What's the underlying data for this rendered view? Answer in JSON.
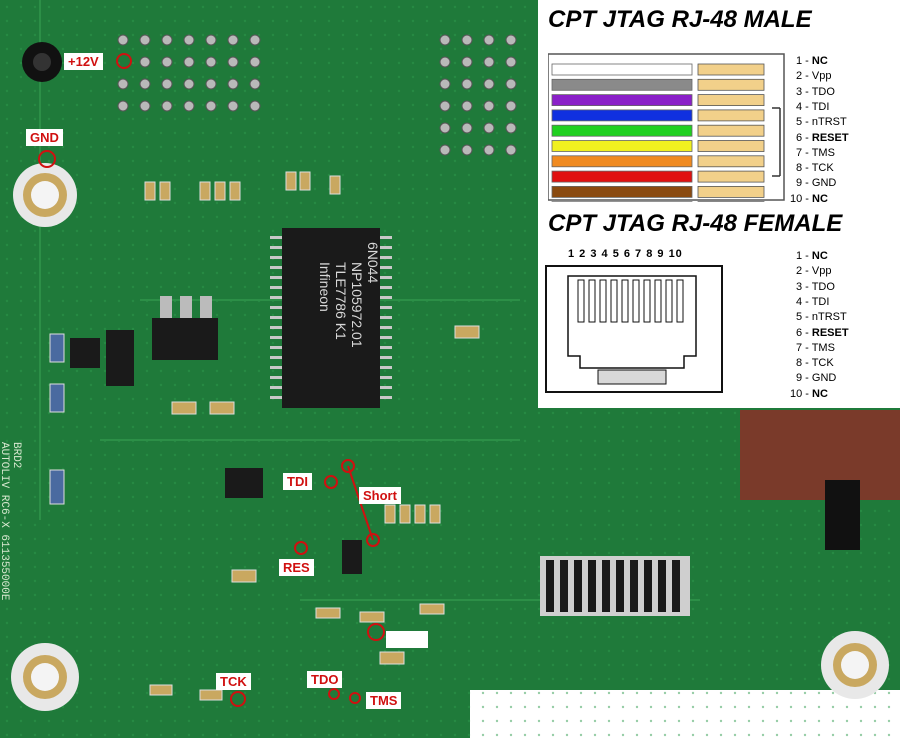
{
  "male_title": "CPT JTAG RJ-48 MALE",
  "female_title": "CPT JTAG RJ-48 FEMALE",
  "connector_pin_numbers": "1 2 3 4 5 6 7 8 9 10",
  "male_pins": [
    {
      "num": "1",
      "name": "NC",
      "bold": true,
      "color": "#ffffff"
    },
    {
      "num": "2",
      "name": "Vpp",
      "bold": false,
      "color": "#8a8a8a"
    },
    {
      "num": "3",
      "name": "TDO",
      "bold": false,
      "color": "#8a20c8"
    },
    {
      "num": "4",
      "name": "TDI",
      "bold": false,
      "color": "#1030e0"
    },
    {
      "num": "5",
      "name": "nTRST",
      "bold": false,
      "color": "#20d020"
    },
    {
      "num": "6",
      "name": "RESET",
      "bold": true,
      "color": "#f0f020"
    },
    {
      "num": "7",
      "name": "TMS",
      "bold": false,
      "color": "#f08a20"
    },
    {
      "num": "8",
      "name": "TCK",
      "bold": false,
      "color": "#e01010"
    },
    {
      "num": "9",
      "name": "GND",
      "bold": false,
      "color": "#8a4a10"
    },
    {
      "num": "10",
      "name": "NC",
      "bold": true,
      "color": "#101010"
    }
  ],
  "female_pins": [
    {
      "num": "1",
      "name": "NC",
      "bold": true
    },
    {
      "num": "2",
      "name": "Vpp",
      "bold": false
    },
    {
      "num": "3",
      "name": "TDO",
      "bold": false
    },
    {
      "num": "4",
      "name": "TDI",
      "bold": false
    },
    {
      "num": "5",
      "name": "nTRST",
      "bold": false
    },
    {
      "num": "6",
      "name": "RESET",
      "bold": true
    },
    {
      "num": "7",
      "name": "TMS",
      "bold": false
    },
    {
      "num": "8",
      "name": "TCK",
      "bold": false
    },
    {
      "num": "9",
      "name": "GND",
      "bold": false
    },
    {
      "num": "10",
      "name": "NC",
      "bold": true
    }
  ],
  "board_labels": {
    "v12": "+12V",
    "gnd": "GND",
    "tdi": "TDI",
    "short": "Short",
    "res": "RES",
    "tck": "TCK",
    "tdo": "TDO",
    "tms": "TMS",
    "blank": ""
  },
  "chip_text": [
    "Infineon",
    "TLE7786 K1",
    "NP105972.01",
    "6N044"
  ],
  "silkscreen": [
    "BRD2",
    "AUTOLIV RC6-X 611355000E"
  ],
  "colors": {
    "pcb": "#1f7a3a",
    "marker": "#d01010",
    "label_text": "#d01010"
  }
}
